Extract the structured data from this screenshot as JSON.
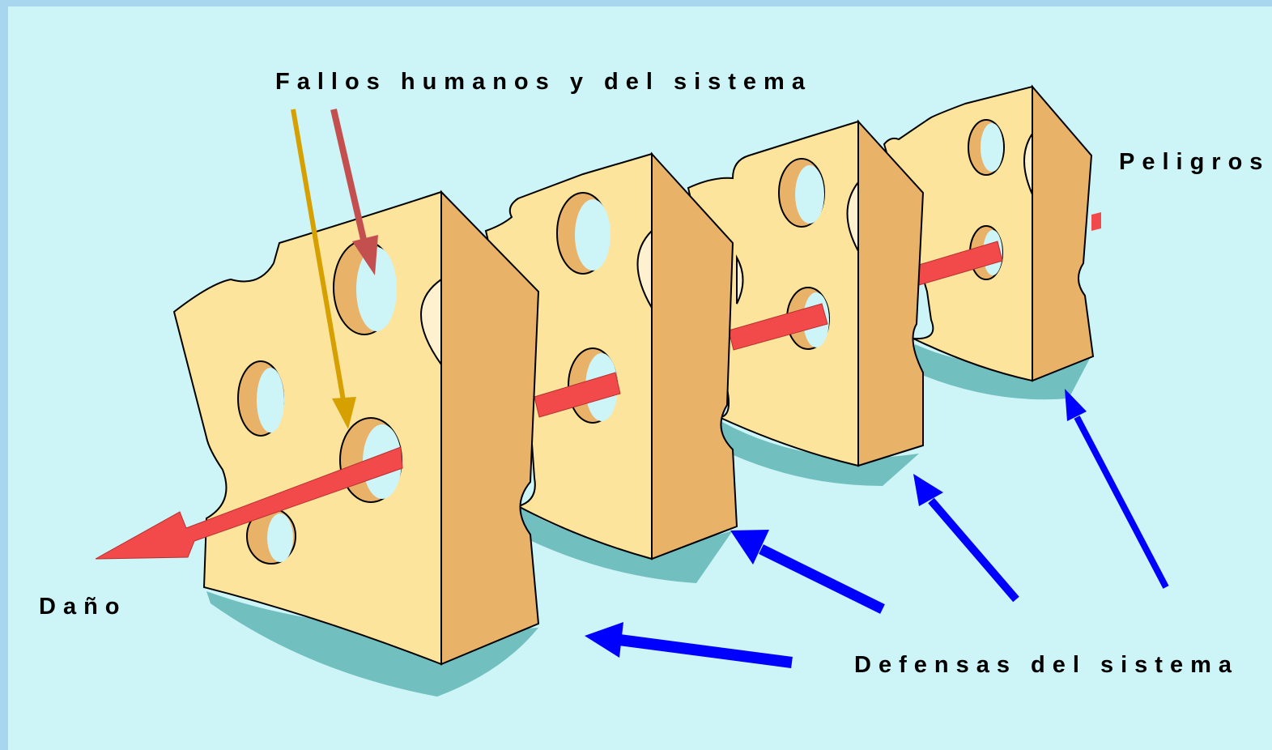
{
  "labels": {
    "human_system_failures": "Fallos humanos y del sistema",
    "hazards": "Peligros",
    "harm": "Daño",
    "system_defenses": "Defensas del sistema"
  },
  "colors": {
    "background": "#cdf4f7",
    "frame": "#a8d6ee",
    "cheese_face": "#fde49c",
    "cheese_side": "#e8b268",
    "hole_light": "#fdf1cf",
    "shadow": "#72bfbf",
    "hazard_arrow": "#f24a4a",
    "human_failure_arrow": "#d6a000",
    "system_failure_arrow": "#c44f4f",
    "defense_arrow": "#0000ff"
  }
}
